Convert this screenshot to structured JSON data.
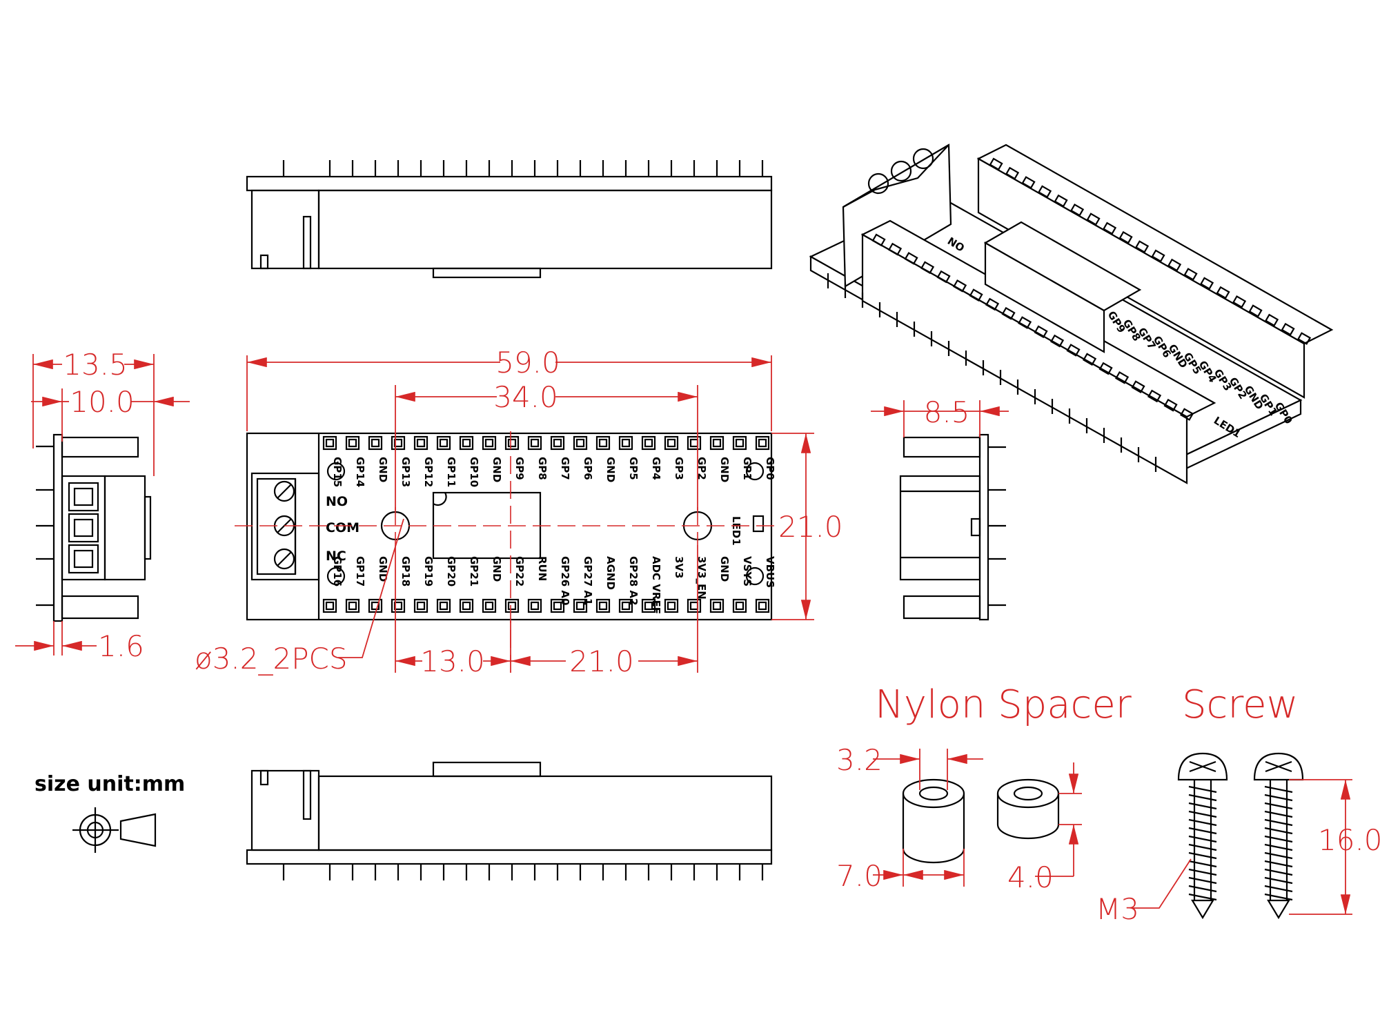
{
  "dimensions": {
    "overall_length": "59.0",
    "hole_spacing": "34.0",
    "width": "21.0",
    "side_depth_total": "13.5",
    "side_depth_body": "10.0",
    "board_thickness": "1.6",
    "hole_note": "ø3.2_2PCS",
    "hole_to_center": "13.0",
    "center_to_hole": "21.0",
    "end_depth": "8.5"
  },
  "terminal_labels": [
    "NO",
    "COM",
    "NC"
  ],
  "led_label": "LED1",
  "top_row_pins": [
    "GP15",
    "GP14",
    "GND",
    "GP13",
    "GP12",
    "GP11",
    "GP10",
    "GND",
    "GP9",
    "GP8",
    "GP7",
    "GP6",
    "GND",
    "GP5",
    "GP4",
    "GP3",
    "GP2",
    "GND",
    "GP1",
    "GP0"
  ],
  "bottom_row_pins": [
    "GP16",
    "GP17",
    "GND",
    "GP18",
    "GP19",
    "GP20",
    "GP21",
    "GND",
    "GP22",
    "RUN",
    "GP26 A0",
    "GP27 A1",
    "AGND",
    "GP28 A2",
    "ADC VREF",
    "3V3",
    "3V3_EN",
    "GND",
    "VSYS",
    "VBUS"
  ],
  "iso_pins": [
    "GP9",
    "GP8",
    "GP7",
    "GP6",
    "GND",
    "GP5",
    "GP4",
    "GP3",
    "GP2",
    "GND",
    "GP1",
    "GP0"
  ],
  "iso_labels": [
    "NO",
    "LED1"
  ],
  "size_unit": "size unit:mm",
  "spacer": {
    "title": "Nylon Spacer",
    "inner_diameter": "3.2",
    "outer_diameter": "7.0",
    "height": "4.0"
  },
  "screw": {
    "title": "Screw",
    "thread": "M3",
    "length": "16.0"
  },
  "colors": {
    "dimension": "#d62828",
    "outline": "#000000"
  }
}
